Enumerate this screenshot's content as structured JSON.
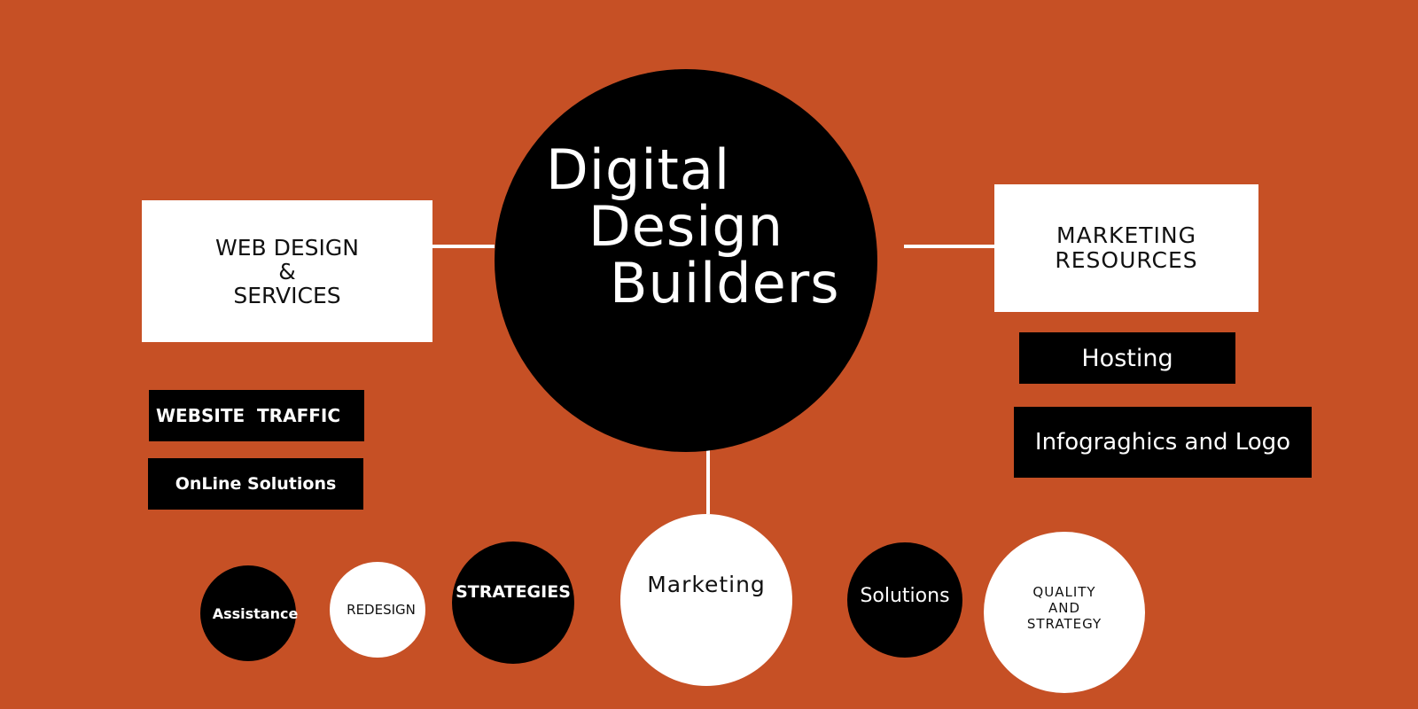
{
  "hub": {
    "title_lines": [
      "Digital",
      "Design",
      "Builders"
    ]
  },
  "left_box": {
    "label": "WEB DESIGN\n&\nSERVICES"
  },
  "right_box": {
    "label": "MARKETING\nRESOURCES"
  },
  "left_tags": [
    "WEBSITE  TRAFFIC",
    "OnLine Solutions"
  ],
  "right_tags": [
    "Hosting",
    "Infograghics and Logo"
  ],
  "bottom_circles": [
    {
      "label": "Assistance",
      "style": "black"
    },
    {
      "label": "REDESIGN",
      "style": "white"
    },
    {
      "label": "STRATEGIES",
      "style": "black"
    },
    {
      "label": "Marketing",
      "style": "white"
    },
    {
      "label": "Solutions",
      "style": "black"
    },
    {
      "label": "QUALITY\nAND\nSTRATEGY",
      "style": "white"
    }
  ],
  "colors": {
    "background": "#c65025",
    "node_dark": "#000000",
    "node_light": "#ffffff",
    "connector": "#ffffff"
  }
}
